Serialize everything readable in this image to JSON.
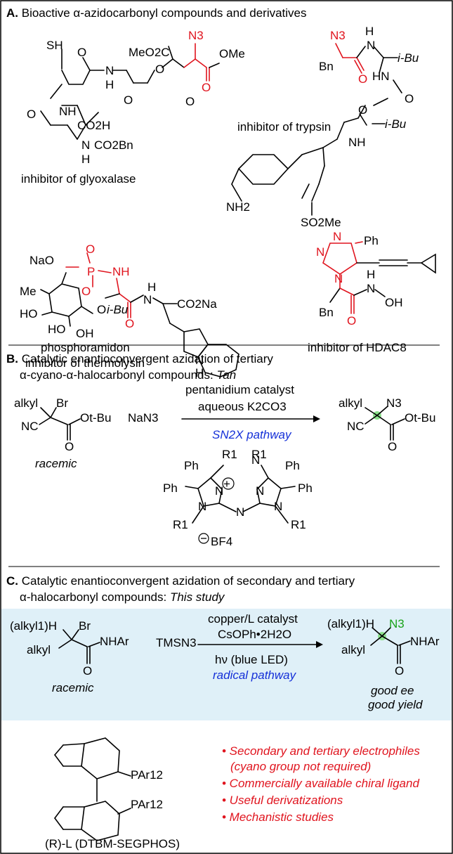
{
  "panelA": {
    "label": "A.",
    "title": "Bioactive α-azidocarbonyl compounds and derivatives",
    "glyoxalase": {
      "caption": "inhibitor of glyoxalase",
      "atoms": [
        "SH",
        "O",
        "MeO2C",
        "N3",
        "OMe",
        "N",
        "H",
        "O",
        "O",
        "O",
        "NH",
        "O",
        "CO2H",
        "N",
        "H",
        "CO2Bn",
        "O"
      ]
    },
    "trypsin": {
      "caption": "inhibitor of trypsin",
      "atoms": [
        "N3",
        "N",
        "H",
        "i-Bu",
        "Bn",
        "O",
        "HN",
        "O",
        "O",
        "i-Bu",
        "NH",
        "NH2",
        "SO2Me"
      ]
    },
    "phosphoramidon": {
      "caption1": "phosphoramidon",
      "caption2": "inhibitor of thermolysin",
      "atoms": [
        "NaO",
        "O",
        "P",
        "NH",
        "O",
        "Me",
        "O",
        "HO",
        "i-Bu",
        "H",
        "N",
        "CO2Na",
        "HO",
        "OH",
        "O",
        "N",
        "H"
      ]
    },
    "hdac8": {
      "caption": "inhibitor of HDAC8",
      "atoms": [
        "Ph",
        "N",
        "N",
        "N",
        "H",
        "N",
        "OH",
        "Bn",
        "O"
      ]
    }
  },
  "panelB": {
    "label": "B.",
    "title_line1": "Catalytic enantioconvergent azidation of tertiary",
    "title_line2": "α-cyano-α-halocarbonyl compounds: ",
    "title_author": "Tan",
    "substrate": {
      "alkyl": "alkyl",
      "br": "Br",
      "nc": "NC",
      "ester": "Ot-Bu",
      "o": "O",
      "label": "racemic"
    },
    "reagent": "NaN3",
    "conditions_line1": "pentanidium catalyst",
    "conditions_line2": "aqueous K2CO3",
    "pathway": "SN2X pathway",
    "product": {
      "alkyl": "alkyl",
      "n3": "N3",
      "nc": "NC",
      "ester": "Ot-Bu",
      "o": "O"
    },
    "catalyst_atoms": [
      "Ph",
      "R1",
      "R1",
      "Ph",
      "Ph",
      "N",
      "N",
      "N",
      "Ph",
      "N",
      "N",
      "N",
      "R1",
      "R1",
      "BF4"
    ]
  },
  "panelC": {
    "label": "C.",
    "title_line1": "Catalytic enantioconvergent azidation of secondary and tertiary",
    "title_line2": "α-halocarbonyl compounds: ",
    "title_author": "This study",
    "substrate": {
      "alkyl1": "(alkyl1)H",
      "br": "Br",
      "alkyl": "alkyl",
      "amide": "NHAr",
      "o": "O",
      "label": "racemic"
    },
    "reagent": "TMSN3",
    "conditions_line1": "copper/L catalyst",
    "conditions_line2": "CsOPh•2H2O",
    "conditions_line3": "hν (blue LED)",
    "pathway": "radical pathway",
    "product": {
      "alkyl1": "(alkyl1)H",
      "n3": "N3",
      "alkyl": "alkyl",
      "amide": "NHAr",
      "o": "O",
      "ee": "good ee",
      "yield": "good yield"
    },
    "ligand": {
      "par1": "PAr12",
      "par2": "PAr12",
      "caption": "(R)-L (DTBM-SEGPHOS)"
    },
    "bullets": [
      "• Secondary and tertiary electrophiles",
      "(cyano group not required)",
      "• Commercially available chiral ligand",
      "• Useful derivatizations",
      "• Mechanistic studies"
    ]
  },
  "colors": {
    "accent_red": "#e0141e",
    "accent_blue": "#1530d8",
    "accent_green": "#19a319",
    "highlight_bg": "#dff0f8",
    "frame": "#000000"
  }
}
